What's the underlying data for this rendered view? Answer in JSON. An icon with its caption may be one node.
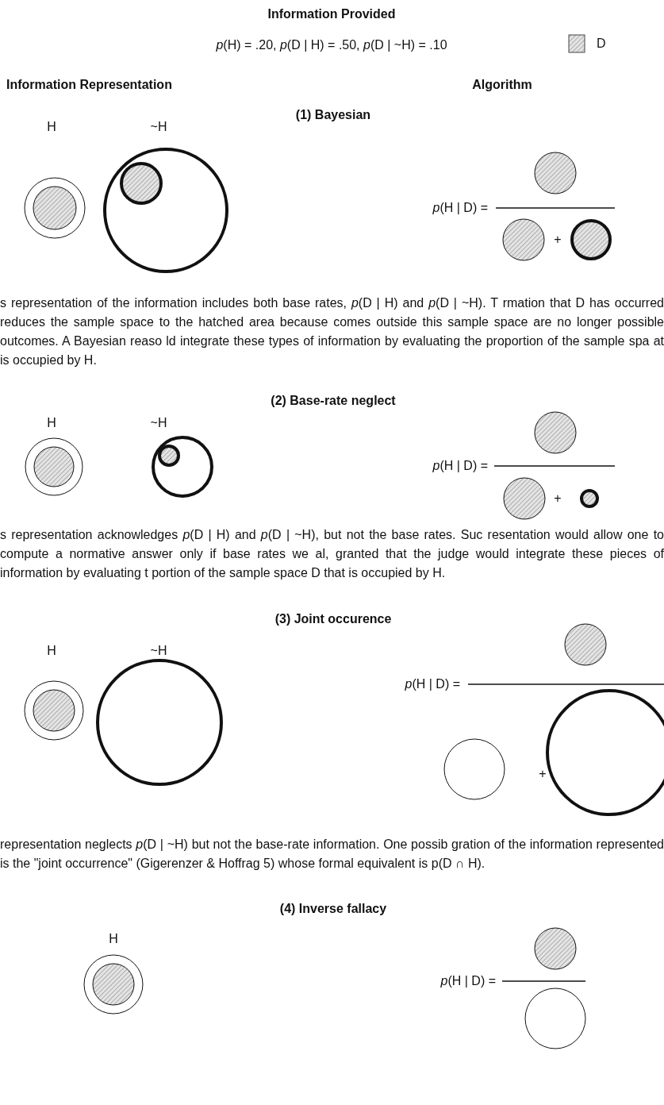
{
  "diagram": {
    "title": "Information Provided",
    "labels": [
      "*p*(H) = .20, *p*(D | H) = .50, *p*(D | ~H) = .10",
      "Information Representation",
      "Algorithm",
      "(1) Bayesian",
      "H",
      "~H",
      "*p*(H | D) =",
      "+",
      "s representation of the information includes both base rates, *p*(D | H) and *p*(D | ~H). T rmation that D has occurred reduces the sample space to the hatched area because comes outside this sample space are no longer possible outcomes. A Bayesian reaso ld integrate these types of information by evaluating the proportion of the sample spa at is occupied by H.",
      "(2) Base-rate neglect",
      "H",
      "~H",
      "*p*(H | D) =",
      "+",
      "s representation acknowledges *p*(D | H) and *p*(D | ~H), but not the base rates. Suc resentation would allow one to compute a normative answer only if base rates we al, granted that the judge would integrate these pieces of information by evaluating t portion of the sample space D that is occupied by H.",
      "(3) Joint occurence",
      "H",
      "~H",
      "*p*(H | D) =",
      "+",
      "representation neglects *p*(D | ~H) but not the base-rate information. One possib gration of the information represented is the \"joint occurrence\" (Gigerenzer & Hoffrag 5) whose formal equivalent is p(D ∩ H).",
      "(4) Inverse fallacy",
      "H",
      "*p*(H | D) ="
    ],
    "legend": [
      {
        "text": "D"
      }
    ]
  }
}
